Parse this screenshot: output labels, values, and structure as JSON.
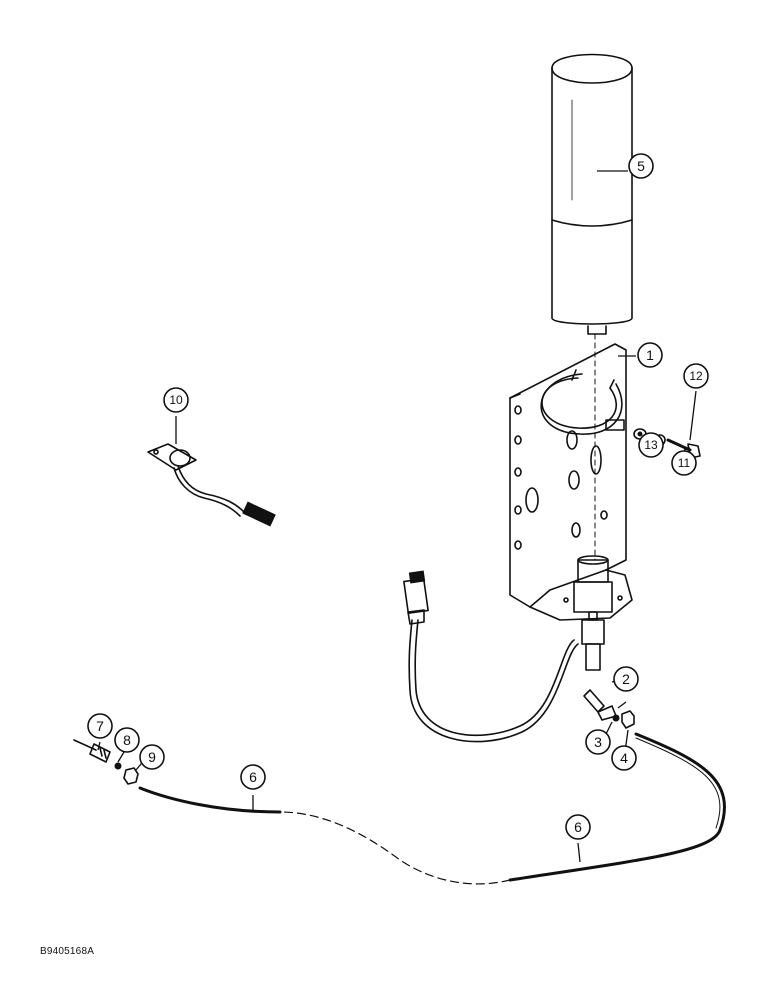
{
  "figure_id": "B9405168A",
  "callouts": {
    "c1": "1",
    "c2": "2",
    "c3": "3",
    "c4": "4",
    "c5": "5",
    "c6a": "6",
    "c6b": "6",
    "c7": "7",
    "c8": "8",
    "c9": "9",
    "c10": "10",
    "c11": "11",
    "c12": "12",
    "c13": "13"
  },
  "colors": {
    "ink": "#111111",
    "background": "#ffffff"
  }
}
